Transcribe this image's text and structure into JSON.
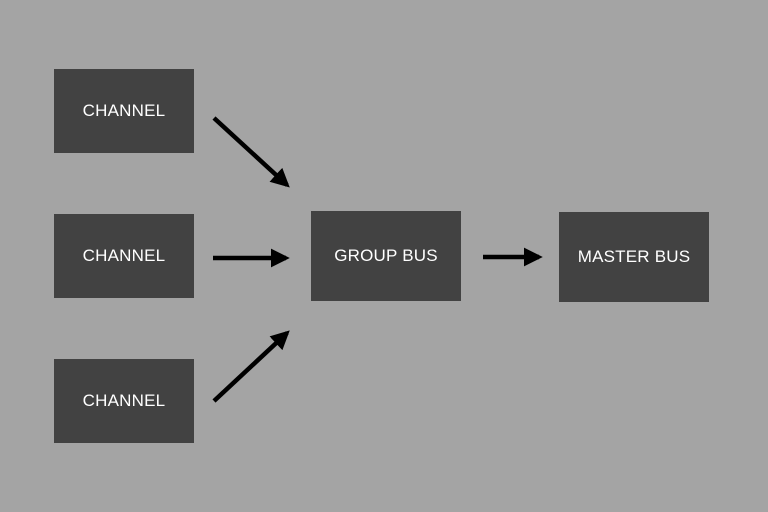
{
  "diagram": {
    "background_color": "#a4a4a4",
    "node_color": "#424242",
    "text_color": "#ffffff",
    "arrow_color": "#000000",
    "nodes": [
      {
        "id": "channel-1",
        "label": "CHANNEL"
      },
      {
        "id": "channel-2",
        "label": "CHANNEL"
      },
      {
        "id": "channel-3",
        "label": "CHANNEL"
      },
      {
        "id": "group-bus",
        "label": "GROUP BUS"
      },
      {
        "id": "master-bus",
        "label": "MASTER BUS"
      }
    ],
    "edges": [
      {
        "from": "channel-1",
        "to": "group-bus"
      },
      {
        "from": "channel-2",
        "to": "group-bus"
      },
      {
        "from": "channel-3",
        "to": "group-bus"
      },
      {
        "from": "group-bus",
        "to": "master-bus"
      }
    ]
  }
}
